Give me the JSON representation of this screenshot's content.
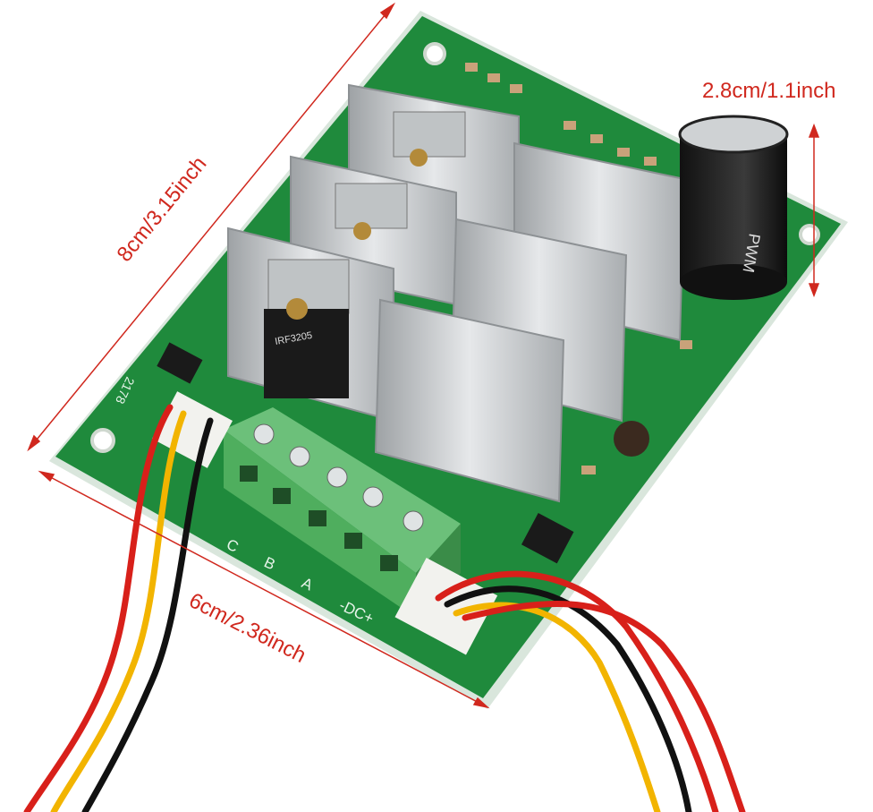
{
  "dimensions": {
    "length": "8cm/3.15inch",
    "width": "6cm/2.36inch",
    "height": "2.8cm/1.1inch"
  },
  "board": {
    "terminal_labels": [
      "C",
      "B",
      "A",
      "-DC+"
    ],
    "silkscreen": "2178",
    "capacitor_text": "PWM",
    "mosfet_text": "IRF3205"
  },
  "colors": {
    "pcb": "#1f8a3c",
    "terminal_block": "#4fae5e",
    "heatsink": "#c9cbcd",
    "dimension": "#d0281e"
  }
}
